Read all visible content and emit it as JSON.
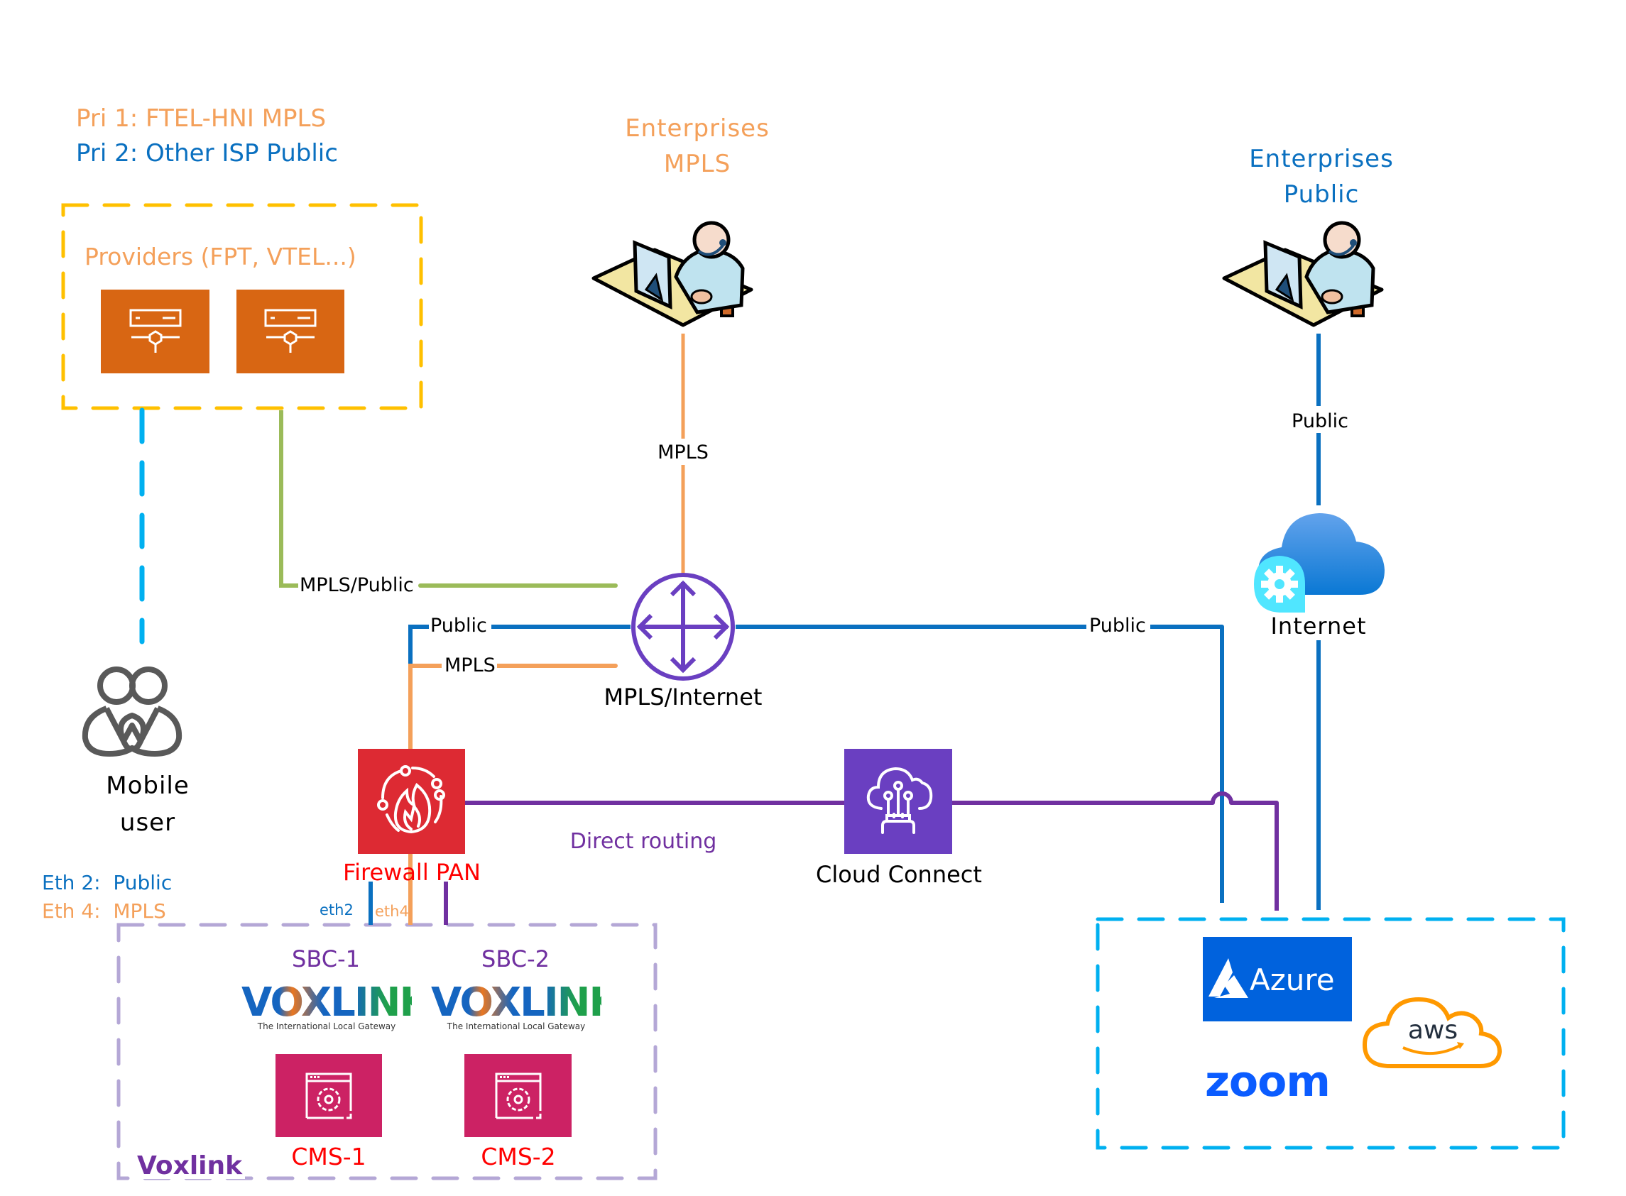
{
  "legend": {
    "priority_1": "Pri 1: FTEL-HNI MPLS",
    "priority_2": "Pri 2: Other ISP Public"
  },
  "colors": {
    "mpls": "#f4a05a",
    "public": "#0a70c0",
    "mpls_public": "#9bbb59",
    "direct_routing": "#7030a0",
    "providers_border": "#ffc000",
    "mobile_link": "#00b0f0",
    "voxlink_border": "#b4a7d6",
    "cloud_border": "#00b0f0",
    "provider_box": "#d86613",
    "firewall_box": "#dd2a33",
    "cloud_connect_box": "#6a3fc1",
    "cms_box": "#cc2264",
    "router": "#6a3fc1",
    "azure": "#0062dd",
    "aws": "#ff9900",
    "zoom": "#0b5cff",
    "firewall_text": "#ff0000",
    "cms_text": "#ff0000",
    "sbc_text": "#7030a0"
  },
  "providers": {
    "label": "Providers (FPT, VTEL...)",
    "devices": [
      {
        "icon": "router-device-icon"
      },
      {
        "icon": "router-device-icon"
      }
    ]
  },
  "enterprises_mpls": {
    "line1": "Enterprises",
    "line2": "MPLS",
    "icon": "call-center-agent-icon"
  },
  "enterprises_public": {
    "line1": "Enterprises",
    "line2": "Public",
    "icon": "call-center-agent-icon"
  },
  "internet": {
    "label": "Internet",
    "icon": "cloud-gear-icon"
  },
  "router": {
    "label": "MPLS/Internet",
    "icon": "router-arrows-icon"
  },
  "mobile_user": {
    "line1": "Mobile",
    "line2": "user",
    "icon": "users-icon"
  },
  "firewall": {
    "label": "Firewall PAN",
    "icon": "firewall-flame-icon"
  },
  "cloud_connect": {
    "label": "Cloud Connect",
    "icon": "cloud-connect-icon"
  },
  "link_labels": {
    "enterprise_mpls": "MPLS",
    "enterprise_public": "Public",
    "providers_to_router": "MPLS/Public",
    "firewall_public": "Public",
    "firewall_mpls": "MPLS",
    "router_to_cloud": "Public",
    "direct_routing": "Direct routing"
  },
  "interfaces": {
    "eth2_legend": "Eth 2:  Public",
    "eth4_legend": "Eth 4:  MPLS",
    "eth2_tag": "eth2",
    "eth4_tag": "eth4"
  },
  "voxlink": {
    "group_label": "Voxlink",
    "sbc": [
      {
        "label": "SBC-1",
        "logo_text": "VOXLINK",
        "tagline": "The International Local Gateway"
      },
      {
        "label": "SBC-2",
        "logo_text": "VOXLINK",
        "tagline": "The International Local Gateway"
      }
    ],
    "cms": [
      {
        "label": "CMS-1",
        "icon": "app-settings-icon"
      },
      {
        "label": "CMS-2",
        "icon": "app-settings-icon"
      }
    ]
  },
  "cloud_providers": {
    "azure": "Azure",
    "aws": "aws",
    "zoom": "zoom"
  }
}
